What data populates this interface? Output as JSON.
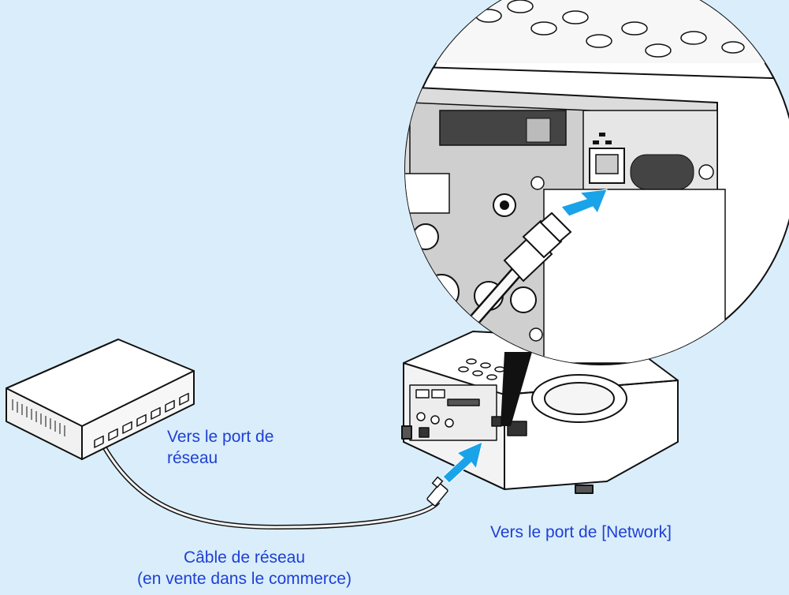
{
  "labels": {
    "hub_port_line1": "Vers le port de",
    "hub_port_line2": "réseau",
    "projector_port": "Vers le port de [Network]",
    "cable_line1": "Câble de réseau",
    "cable_line2": "(en vente dans le commerce)"
  },
  "colors": {
    "background": "#d9eefa",
    "label_text": "#1f3fd6",
    "arrow": "#1aa3e8",
    "line": "#111111",
    "body": "#ffffff",
    "panel": "#e8e8e8"
  }
}
